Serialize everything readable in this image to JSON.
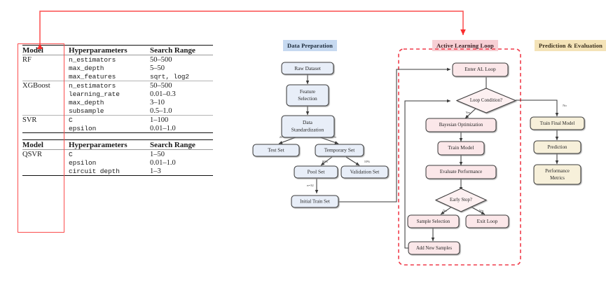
{
  "annotation": {
    "accent_color": "#fb4d4d",
    "highlight_box_name": "model-column-highlight",
    "arrow_description": "red-callout-arrow"
  },
  "tables": [
    {
      "name": "classical-models-hyperparameters",
      "headers": [
        "Model",
        "Hyperparameters",
        "Search Range"
      ],
      "groups": [
        {
          "model": "RF",
          "rows": [
            {
              "param": "n_estimators",
              "range": "50–500"
            },
            {
              "param": "max_depth",
              "range": "5–50"
            },
            {
              "param": "max_features",
              "range": "sqrt, log2"
            }
          ]
        },
        {
          "model": "XGBoost",
          "rows": [
            {
              "param": "n_estimators",
              "range": "50–500"
            },
            {
              "param": "learning_rate",
              "range": "0.01–0.3"
            },
            {
              "param": "max_depth",
              "range": "3–10"
            },
            {
              "param": "subsample",
              "range": "0.5–1.0"
            }
          ]
        },
        {
          "model": "SVR",
          "rows": [
            {
              "param": "C",
              "range": "1–100"
            },
            {
              "param": "epsilon",
              "range": "0.01–1.0"
            }
          ]
        }
      ]
    },
    {
      "name": "quantum-model-hyperparameters",
      "headers": [
        "Model",
        "Hyperparameters",
        "Search Range"
      ],
      "groups": [
        {
          "model": "QSVR",
          "rows": [
            {
              "param": "C",
              "range": "1–50"
            },
            {
              "param": "epsilon",
              "range": "0.01–1.0"
            },
            {
              "param": "circuit depth",
              "range": "1–3"
            }
          ]
        }
      ]
    }
  ],
  "flowchart": {
    "sections": [
      {
        "key": "data_preparation",
        "label": "Data Preparation",
        "color": "#c6d9f0"
      },
      {
        "key": "active_learning_loop",
        "label": "Active Learning Loop",
        "color": "#f7cfd4"
      },
      {
        "key": "prediction_evaluation",
        "label": "Prediction & Evaluation",
        "color": "#f4e3b8"
      }
    ],
    "nodes": {
      "raw_dataset": "Raw Dataset",
      "feature_selection_1": "Feature",
      "feature_selection_2": "Selection",
      "data_standardization_1": "Data",
      "data_standardization_2": "Standardization",
      "test_set": "Test Set",
      "temporary_set": "Temporary Set",
      "pool_set": "Pool Set",
      "validation_set": "Validation Set",
      "initial_train_set": "Initial Train Set",
      "enter_al_loop": "Enter AL Loop",
      "loop_condition": "Loop Condition?",
      "bayesian_optimization": "Bayesian Optimization",
      "train_model": "Train Model",
      "evaluate_performance": "Evaluate Performance",
      "early_stop": "Early Stop?",
      "sample_selection": "Sample Selection",
      "exit_loop": "Exit Loop",
      "add_new_samples": "Add New Samples",
      "train_final_model": "Train Final Model",
      "prediction": "Prediction",
      "performance_metrics_1": "Performance",
      "performance_metrics_2": "Metrics"
    },
    "edge_labels": {
      "test_split": "20%",
      "temp_split": "80%",
      "pool_split": "90%",
      "val_split": "10%",
      "initial_batch": "n=32",
      "loop_yes": "Yes",
      "loop_no": "No",
      "early_no": "No",
      "early_yes": "Yes"
    }
  }
}
